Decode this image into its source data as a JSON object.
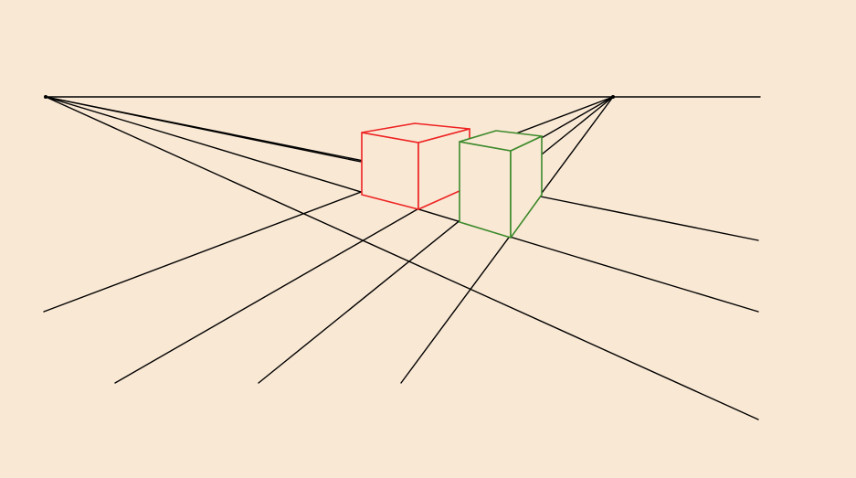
{
  "colors": {
    "background": "#f9e8d4",
    "construction_lines": "#000000",
    "red_box": "#ee2222",
    "green_box": "#3d8a2c"
  },
  "diagram": {
    "type": "two-point perspective drawing",
    "elements": [
      {
        "name": "horizon-line",
        "kind": "line"
      },
      {
        "name": "left-vanishing-point",
        "kind": "point"
      },
      {
        "name": "right-vanishing-point",
        "kind": "point"
      },
      {
        "name": "red-box",
        "kind": "wireframe box",
        "color": "red"
      },
      {
        "name": "green-box",
        "kind": "wireframe box",
        "color": "green"
      }
    ]
  }
}
